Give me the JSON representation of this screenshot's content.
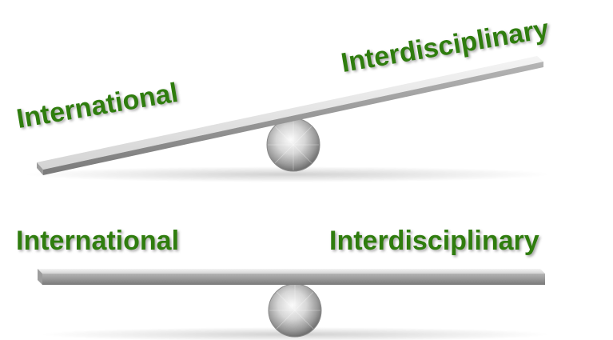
{
  "colors": {
    "label_green": "#2f7d0e",
    "plank_light": "#ededed",
    "plank_shade": "#8c8c8c",
    "fulcrum_highlight": "#f2f2f2",
    "fulcrum_dark": "#6e6e6e"
  },
  "tilted_seesaw": {
    "left_label": "International",
    "right_label": "Interdisciplinary"
  },
  "level_seesaw": {
    "left_label": "International",
    "right_label": "Interdisciplinary"
  }
}
